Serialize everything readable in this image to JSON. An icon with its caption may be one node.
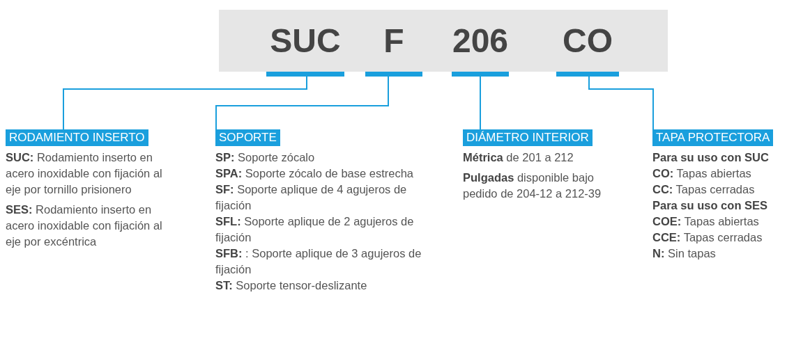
{
  "diagram": {
    "nodes": [
      {
        "text": [],
        "shape": "bar"
      },
      {
        "text": [
          "SUC"
        ],
        "in": 0
      },
      {
        "text": [
          "F"
        ],
        "in": 0
      },
      {
        "text": [
          "206"
        ],
        "in": 0
      },
      {
        "text": [
          "CO"
        ],
        "in": 0
      },
      {
        "text": [
          "RODAMIENTO INSERTO",
          "**SUC:** Rodamiento inserto en acero inoxidable con fijación al eje por tornillo prisionero",
          "**SES:** Rodamiento inserto en acero inoxidable con fijación al eje por excéntrica"
        ]
      },
      {
        "text": [
          "SOPORTE",
          "**SP:** Soporte zócalo",
          "**SPA:** Soporte zócalo de base estrecha",
          "**SF:** Soporte aplique de 4 agujeros de fijación",
          "**SFL:** Soporte aplique de 2 agujeros de fijación",
          "**SFB:** : Soporte aplique de 3 agujeros de fijación",
          "**ST:** Soporte tensor-deslizante"
        ]
      },
      {
        "text": [
          "DIÁMETRO INTERIOR",
          "**Métrica** de 201 a 212",
          "**Pulgadas** disponible bajo pedido de 204-12 a 212-39"
        ]
      },
      {
        "text": [
          "TAPA PROTECTORA",
          "Para su uso con SUC",
          "**CO:** Tapas abiertas",
          "**CC:** Tapas cerradas",
          "Para su uso con SES",
          "**COE:** Tapas abiertas",
          "**CCE:** Tapas cerradas",
          "**N:** Sin tapas"
        ]
      }
    ],
    "edges": [
      {
        "from": 1,
        "to": 5,
        "arrow": "none"
      },
      {
        "from": 2,
        "to": 6,
        "arrow": "none"
      },
      {
        "from": 3,
        "to": 7,
        "arrow": "none"
      },
      {
        "from": 4,
        "to": 8,
        "arrow": "none"
      }
    ]
  }
}
